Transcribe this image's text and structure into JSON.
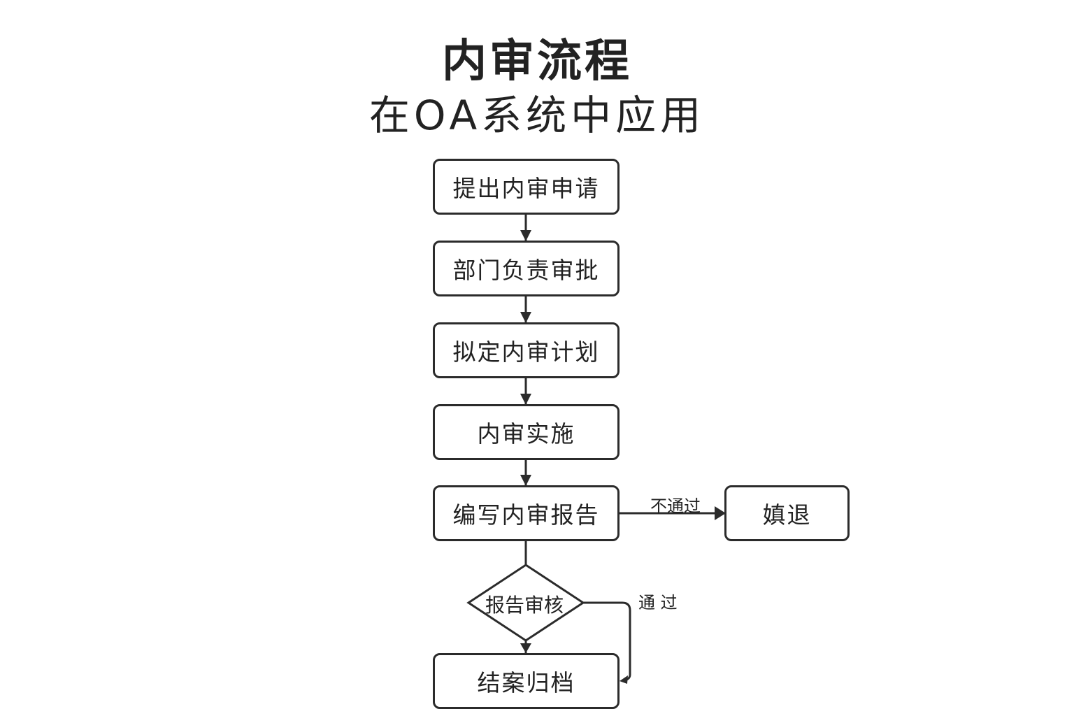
{
  "title": "内审流程",
  "subtitle": "在OA系统中应用",
  "nodes": {
    "n1": "提出内审申请",
    "n2": "部门负责审批",
    "n3": "拟定内审计划",
    "n4": "内审实施",
    "n5": "编写内审报告",
    "reject": "嫃退",
    "decision": "报告审核",
    "end": "结案归档"
  },
  "edges": {
    "fail_label": "不通过",
    "pass_label": "通 过"
  },
  "colors": {
    "stroke": "#2b2b2b",
    "text": "#222222",
    "background": "#ffffff"
  }
}
